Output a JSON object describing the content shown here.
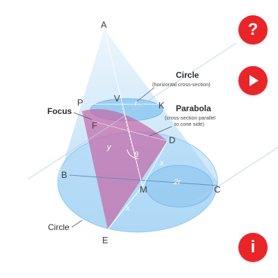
{
  "points": {
    "A": "A",
    "P": "P",
    "V": "V",
    "K": "K",
    "F": "F",
    "D": "D",
    "B": "B",
    "M": "M",
    "C": "C",
    "E": "E"
  },
  "measures": {
    "r_top": "r",
    "y": "y",
    "theta": "θ",
    "x_right": "x",
    "r_base": "2r",
    "x_bottom": "x"
  },
  "labels": {
    "focus": "Focus",
    "circle_top": "Circle",
    "circle_top_sub": "(horizontal cross-section)",
    "parabola": "Parabola",
    "parabola_sub1": "(cross-section parallel",
    "parabola_sub2": "to cone side)",
    "circle_bottom": "Circle"
  },
  "buttons": {
    "help": "?",
    "info": "i"
  },
  "icons": {
    "help": "question-icon",
    "play": "play-icon",
    "info": "info-icon"
  },
  "colors": {
    "accent": "#e8262a",
    "cone": "#bfe0f7",
    "section": "#c56aa8"
  }
}
